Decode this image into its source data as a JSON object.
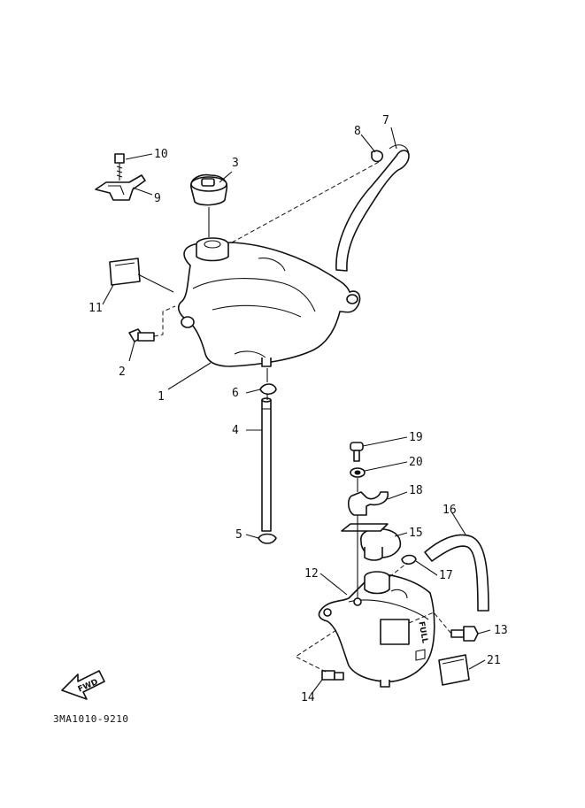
{
  "diagram": {
    "drawing_code": "3MA1010-9210",
    "fwd_label": "FWD",
    "full_label": "FULL",
    "callouts": [
      {
        "id": "c1",
        "text": "1"
      },
      {
        "id": "c2",
        "text": "2"
      },
      {
        "id": "c3",
        "text": "3"
      },
      {
        "id": "c4",
        "text": "4"
      },
      {
        "id": "c5",
        "text": "5"
      },
      {
        "id": "c6",
        "text": "6"
      },
      {
        "id": "c7",
        "text": "7"
      },
      {
        "id": "c8",
        "text": "8"
      },
      {
        "id": "c9",
        "text": "9"
      },
      {
        "id": "c10",
        "text": "10"
      },
      {
        "id": "c11",
        "text": "11"
      },
      {
        "id": "c12",
        "text": "12"
      },
      {
        "id": "c13",
        "text": "13"
      },
      {
        "id": "c14",
        "text": "14"
      },
      {
        "id": "c15",
        "text": "15"
      },
      {
        "id": "c16",
        "text": "16"
      },
      {
        "id": "c17",
        "text": "17"
      },
      {
        "id": "c18",
        "text": "18"
      },
      {
        "id": "c19",
        "text": "19"
      },
      {
        "id": "c20",
        "text": "20"
      },
      {
        "id": "c21",
        "text": "21"
      }
    ]
  }
}
